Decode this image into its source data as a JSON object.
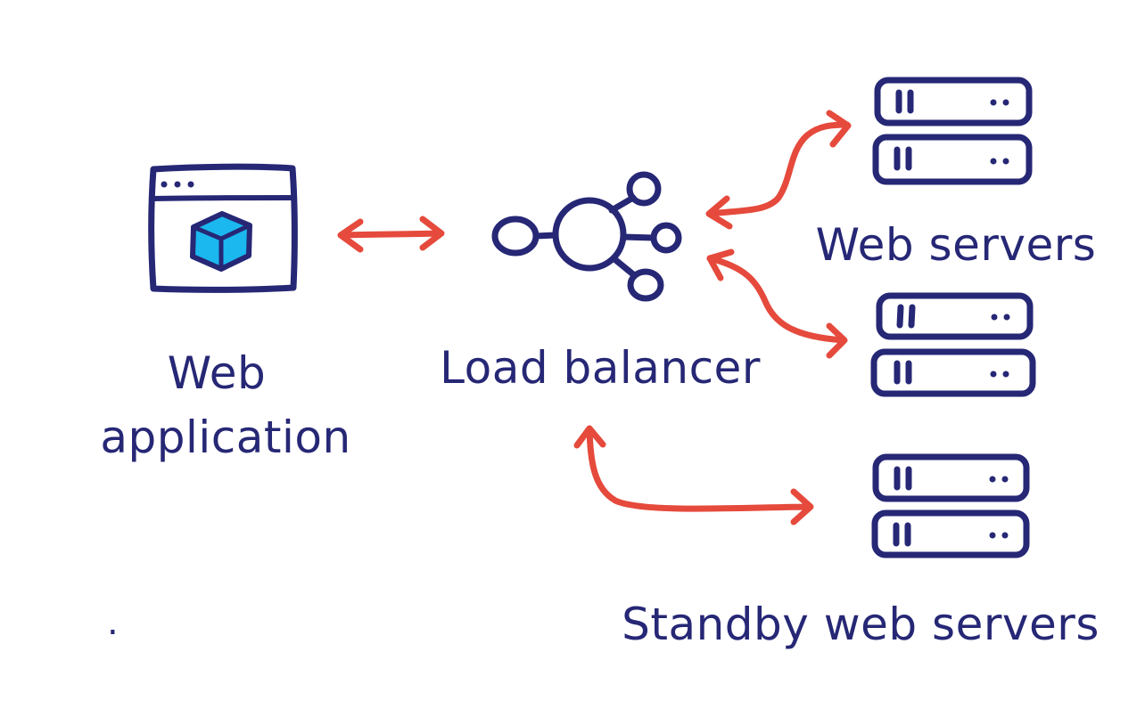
{
  "colors": {
    "ink": "#262775",
    "arrow": "#e54a3c",
    "cube": "#1ab8ee",
    "background": "#ffffff"
  },
  "labels": {
    "web_application_line1": "Web",
    "web_application_line2": "application",
    "load_balancer": "Load balancer",
    "web_servers": "Web servers",
    "standby_web_servers": "Standby web servers",
    "footnote_mark": "."
  },
  "icons": {
    "web_application": "browser-window-cube-icon",
    "load_balancer": "hub-network-icon",
    "web_server": "server-rack-icon",
    "standby_server": "server-rack-icon"
  }
}
